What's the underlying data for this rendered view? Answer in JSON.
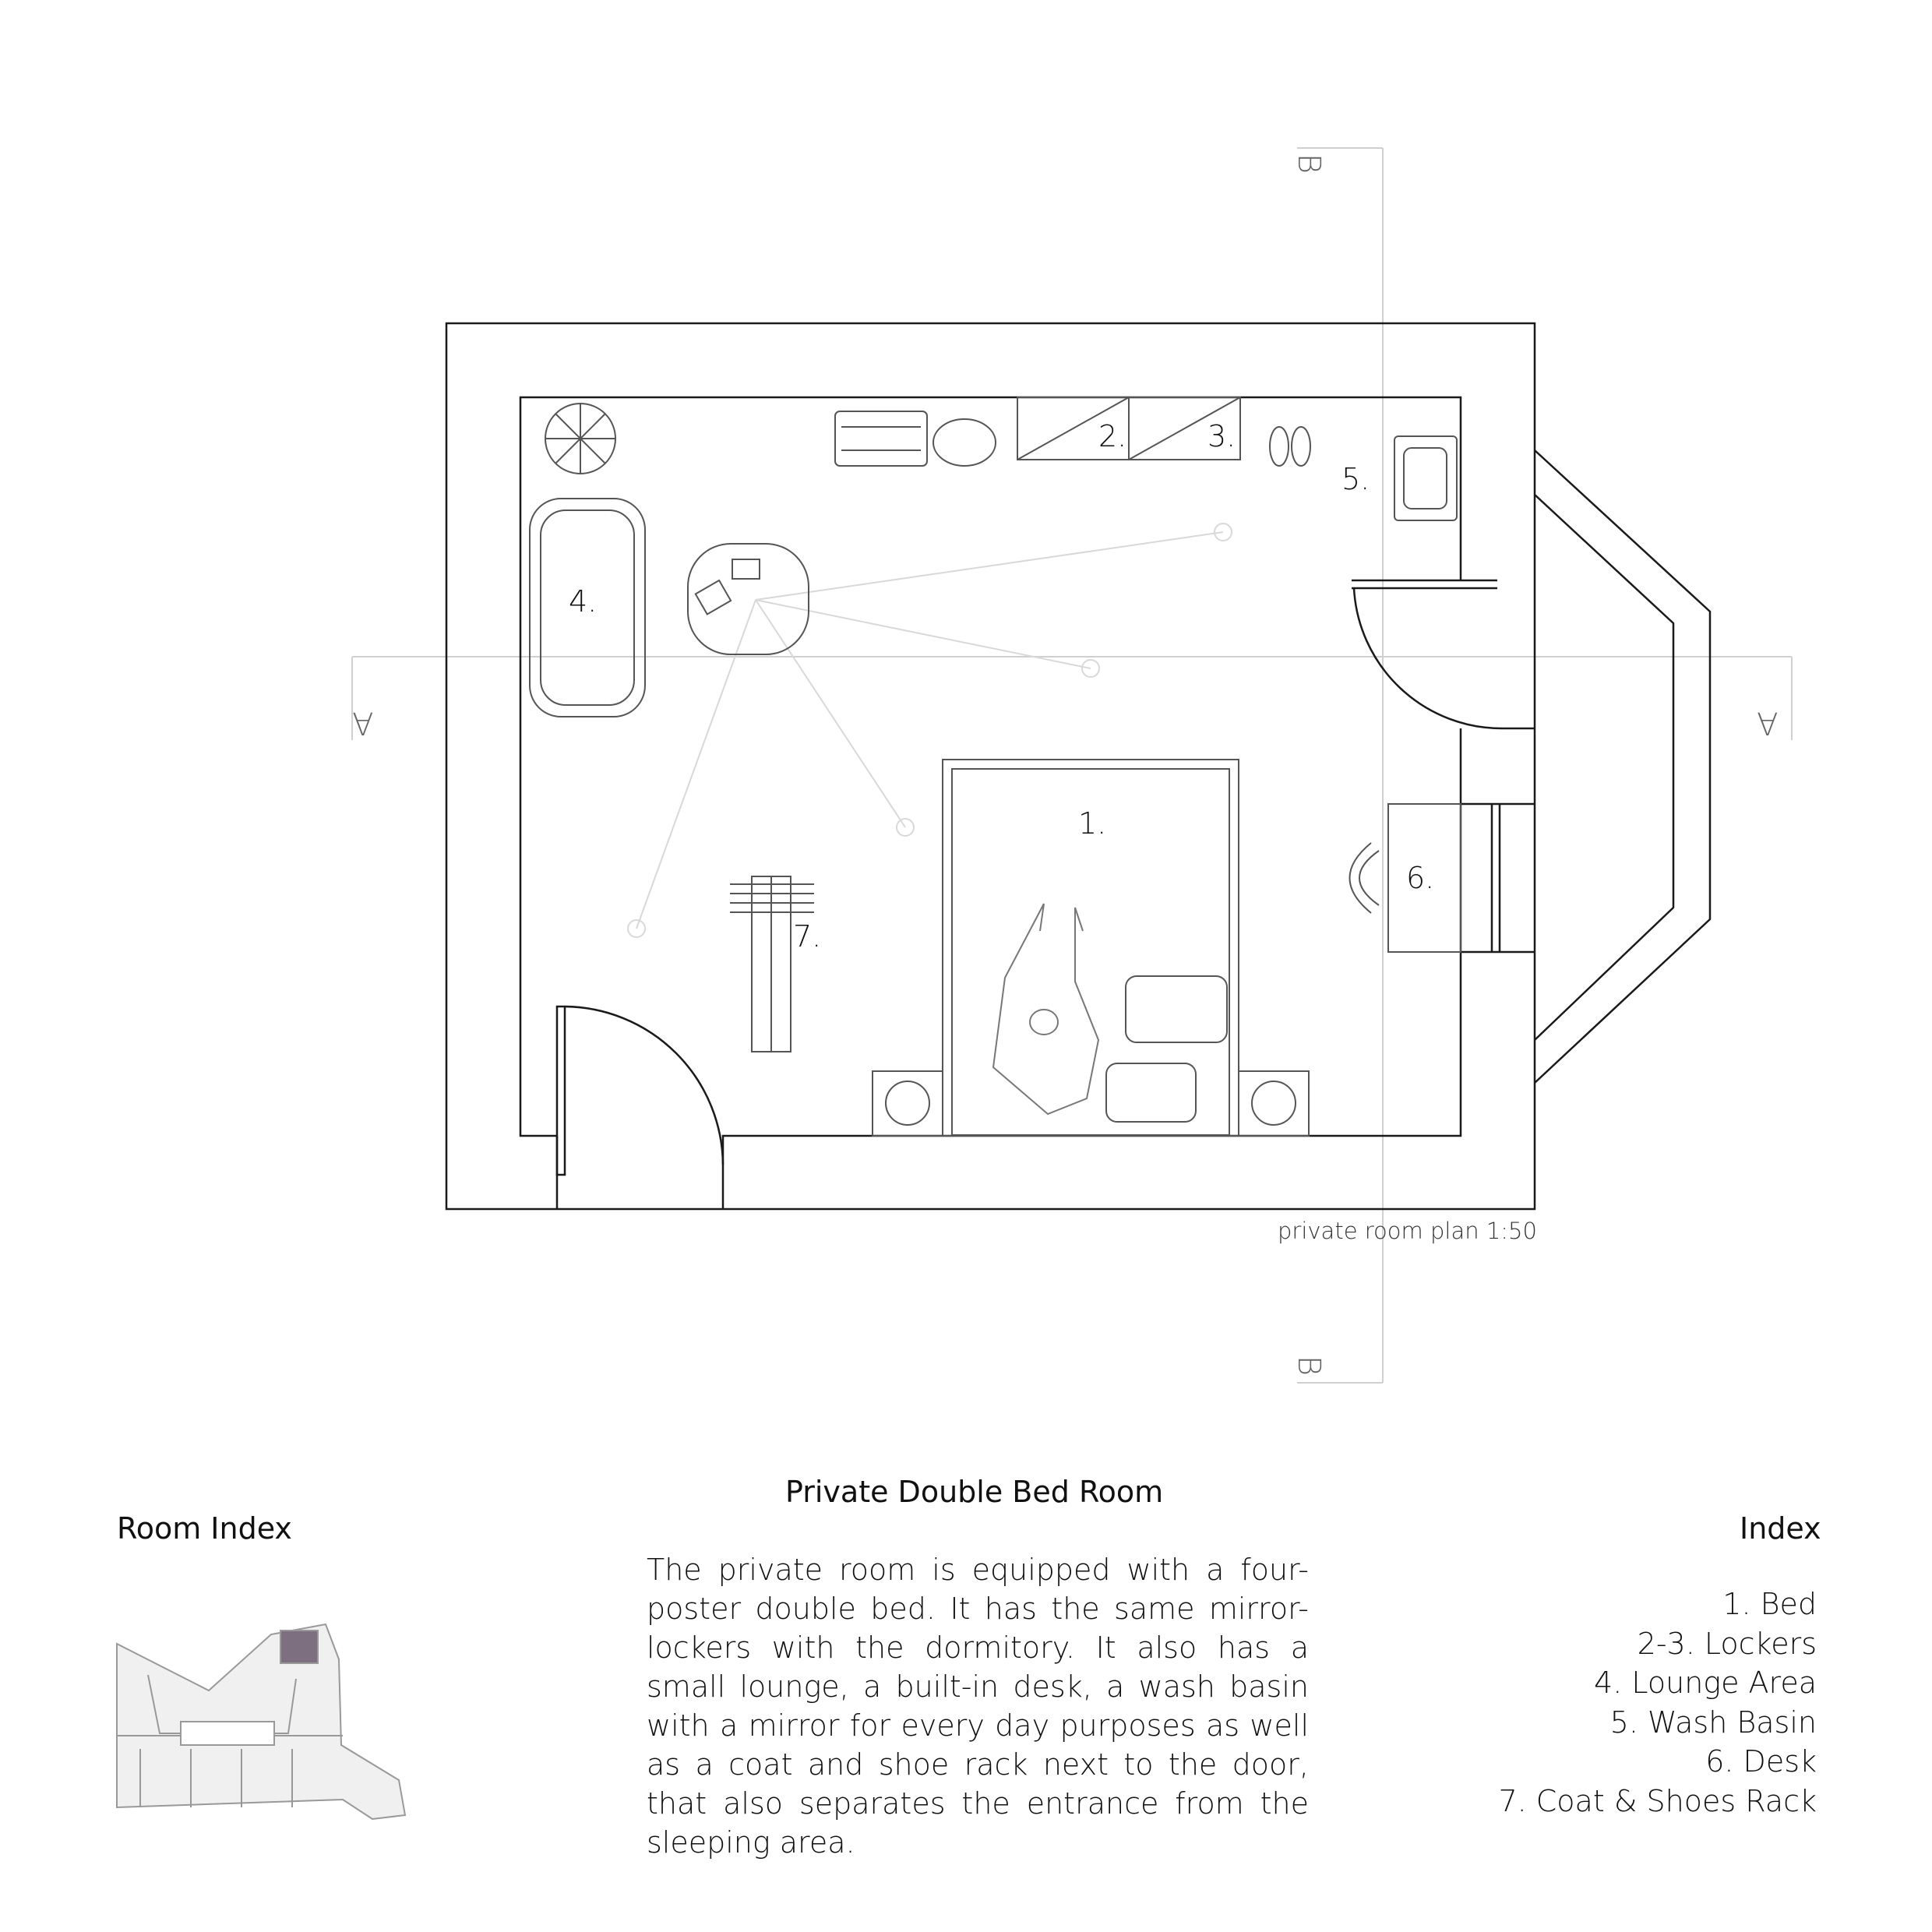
{
  "plan": {
    "caption": "private room plan 1:50",
    "section_letters": {
      "a_left": "A",
      "a_right": "A",
      "b_top": "B",
      "b_bottom": "B"
    },
    "labels": [
      "1.",
      "2.",
      "3.",
      "4.",
      "5.",
      "6.",
      "7."
    ]
  },
  "room_index": {
    "title": "Room Index"
  },
  "description": {
    "title": "Private Double Bed Room",
    "text": "The private room is equipped with a four-poster double bed. It has the same mirror-lockers with the dormitory. It also has a small lounge, a built-in desk, a wash basin with a mirror for every day purposes as well as a coat and shoe rack next to the door, that also separates the entrance from the sleeping area."
  },
  "index": {
    "title": "Index",
    "items": [
      "1. Bed",
      "2-3. Lockers",
      "4. Lounge Area",
      "5. Wash Basin",
      "6. Desk",
      "7. Coat & Shoes Rack"
    ]
  },
  "colors": {
    "highlight": "#7d6e80",
    "line": "#1a1a1a",
    "light_line": "#cccccc"
  }
}
